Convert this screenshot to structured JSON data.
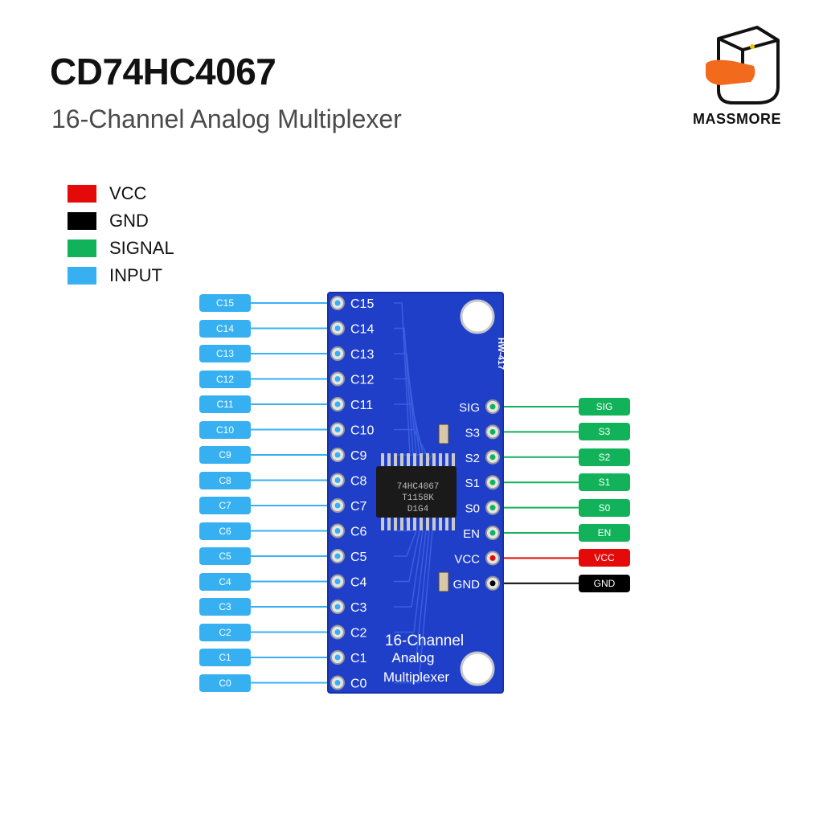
{
  "header": {
    "title": "CD74HC4067",
    "subtitle": "16-Channel Analog Multiplexer",
    "brand": "MASSMORE"
  },
  "legend": [
    {
      "label": "VCC",
      "color": "#e50a0a"
    },
    {
      "label": "GND",
      "color": "#000000"
    },
    {
      "label": "SIGNAL",
      "color": "#12b25a"
    },
    {
      "label": "INPUT",
      "color": "#37b0f2"
    }
  ],
  "board": {
    "color": "#1f3fc9",
    "model": "HW-417",
    "text_lines": [
      "16-Channel",
      "Analog",
      "Multiplexer"
    ],
    "chip_lines": [
      "74HC4067",
      "T1158K",
      "D1G4"
    ],
    "left_pins": [
      "C15",
      "C14",
      "C13",
      "C12",
      "C11",
      "C10",
      "C9",
      "C8",
      "C7",
      "C6",
      "C5",
      "C4",
      "C3",
      "C2",
      "C1",
      "C0"
    ],
    "right_pins": [
      "SIG",
      "S3",
      "S2",
      "S1",
      "S0",
      "EN",
      "VCC",
      "GND"
    ]
  },
  "left_tags": [
    "C15",
    "C14",
    "C13",
    "C12",
    "C11",
    "C10",
    "C9",
    "C8",
    "C7",
    "C6",
    "C5",
    "C4",
    "C3",
    "C2",
    "C1",
    "C0"
  ],
  "right_tags": [
    {
      "label": "SIG",
      "color": "#12b25a"
    },
    {
      "label": "S3",
      "color": "#12b25a"
    },
    {
      "label": "S2",
      "color": "#12b25a"
    },
    {
      "label": "S1",
      "color": "#12b25a"
    },
    {
      "label": "S0",
      "color": "#12b25a"
    },
    {
      "label": "EN",
      "color": "#12b25a"
    },
    {
      "label": "VCC",
      "color": "#e50a0a"
    },
    {
      "label": "GND",
      "color": "#000000"
    }
  ],
  "colors": {
    "input": "#37b0f2",
    "signal": "#12b25a",
    "vcc": "#e50a0a",
    "gnd": "#000000"
  }
}
